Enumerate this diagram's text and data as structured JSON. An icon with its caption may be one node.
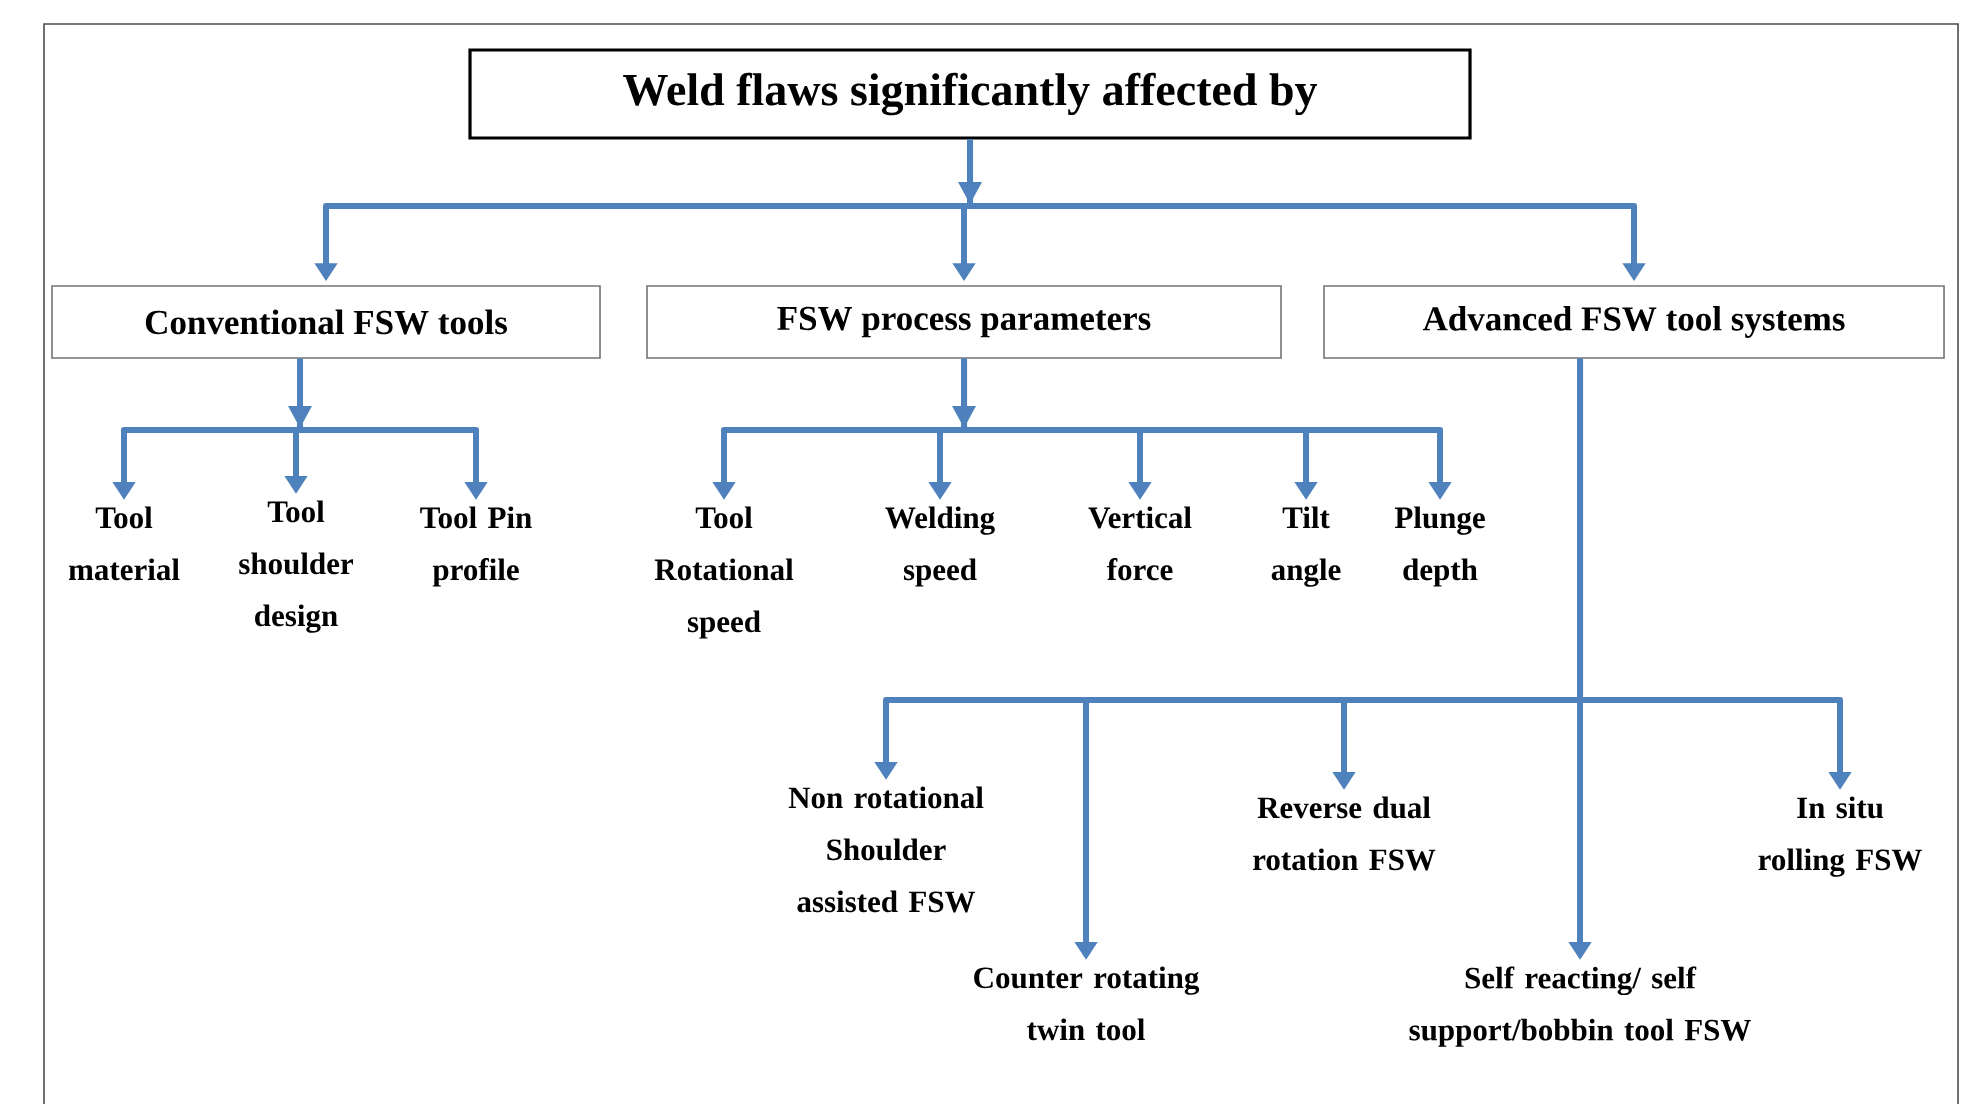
{
  "diagram": {
    "nodes": [
      {
        "text": [
          "Weld flaws significantly affected by"
        ]
      },
      {
        "text": [
          "Conventional FSW tools"
        ]
      },
      {
        "text": [
          "FSW process parameters"
        ]
      },
      {
        "text": [
          "Advanced FSW tool systems"
        ]
      },
      {
        "text": [
          "Tool material"
        ]
      },
      {
        "text": [
          "Tool shoulder design"
        ]
      },
      {
        "text": [
          "Tool Pin profile"
        ]
      },
      {
        "text": [
          "Tool Rotational speed"
        ]
      },
      {
        "text": [
          "Welding speed"
        ]
      },
      {
        "text": [
          "Vertical force"
        ]
      },
      {
        "text": [
          "Tilt angle"
        ]
      },
      {
        "text": [
          "Plunge depth"
        ]
      },
      {
        "text": [
          "Non rotational Shoulder assisted FSW"
        ]
      },
      {
        "text": [
          "Counter rotating twin tool"
        ]
      },
      {
        "text": [
          "Reverse dual rotation FSW"
        ]
      },
      {
        "text": [
          "Self reacting/ self support/bobbin tool FSW"
        ]
      },
      {
        "text": [
          "In situ rolling FSW"
        ]
      }
    ],
    "edges": [
      {
        "from": 0,
        "to": 1,
        "arrow": "to"
      },
      {
        "from": 0,
        "to": 2,
        "arrow": "to"
      },
      {
        "from": 0,
        "to": 3,
        "arrow": "to"
      },
      {
        "from": 1,
        "to": 4,
        "arrow": "to"
      },
      {
        "from": 1,
        "to": 5,
        "arrow": "to"
      },
      {
        "from": 1,
        "to": 6,
        "arrow": "to"
      },
      {
        "from": 2,
        "to": 7,
        "arrow": "to"
      },
      {
        "from": 2,
        "to": 8,
        "arrow": "to"
      },
      {
        "from": 2,
        "to": 9,
        "arrow": "to"
      },
      {
        "from": 2,
        "to": 10,
        "arrow": "to"
      },
      {
        "from": 2,
        "to": 11,
        "arrow": "to"
      },
      {
        "from": 3,
        "to": 12,
        "arrow": "to"
      },
      {
        "from": 3,
        "to": 13,
        "arrow": "to"
      },
      {
        "from": 3,
        "to": 14,
        "arrow": "to"
      },
      {
        "from": 3,
        "to": 15,
        "arrow": "to"
      },
      {
        "from": 3,
        "to": 16,
        "arrow": "to"
      }
    ]
  }
}
